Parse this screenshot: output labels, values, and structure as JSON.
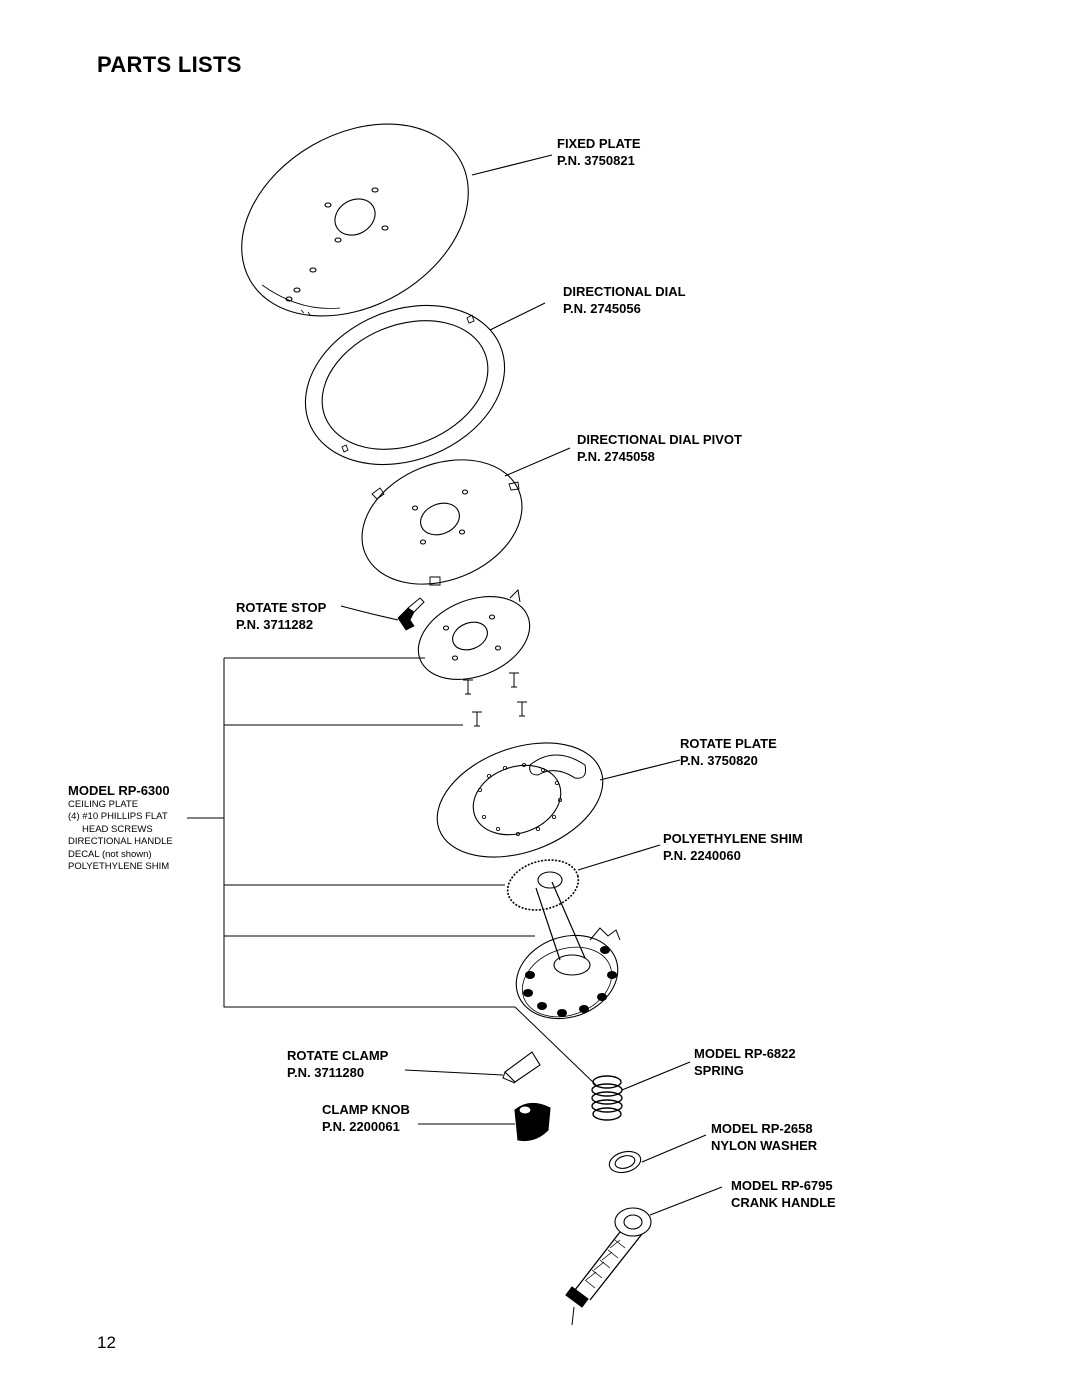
{
  "page": {
    "title": "PARTS LISTS",
    "page_number": "12"
  },
  "parts": {
    "fixed_plate": {
      "name": "FIXED PLATE",
      "pn": "P.N.  3750821"
    },
    "directional_dial": {
      "name": "DIRECTIONAL DIAL",
      "pn": "P.N.  2745056"
    },
    "directional_dial_pivot": {
      "name": "DIRECTIONAL DIAL PIVOT",
      "pn": "P.N.  2745058"
    },
    "rotate_stop": {
      "name": "ROTATE STOP",
      "pn": "P.N.  3711282"
    },
    "rotate_plate": {
      "name": "ROTATE PLATE",
      "pn": "P.N.  3750820"
    },
    "polyethylene_shim": {
      "name": "POLYETHYLENE SHIM",
      "pn": "P.N.  2240060"
    },
    "rotate_clamp": {
      "name": "ROTATE CLAMP",
      "pn": "P.N.  3711280"
    },
    "clamp_knob": {
      "name": "CLAMP KNOB",
      "pn": "P.N.  2200061"
    },
    "spring": {
      "model": "MODEL RP-6822",
      "name": "SPRING"
    },
    "nylon_washer": {
      "model": "MODEL RP-2658",
      "name": "NYLON WASHER"
    },
    "crank_handle": {
      "model": "MODEL RP-6795",
      "name": "CRANK HANDLE"
    }
  },
  "kit": {
    "title": "MODEL RP-6300",
    "items": [
      "CEILING PLATE",
      "(4) #10 PHILLIPS FLAT",
      "HEAD SCREWS",
      "DIRECTIONAL HANDLE",
      "DECAL (not shown)",
      "POLYETHYLENE SHIM"
    ]
  }
}
